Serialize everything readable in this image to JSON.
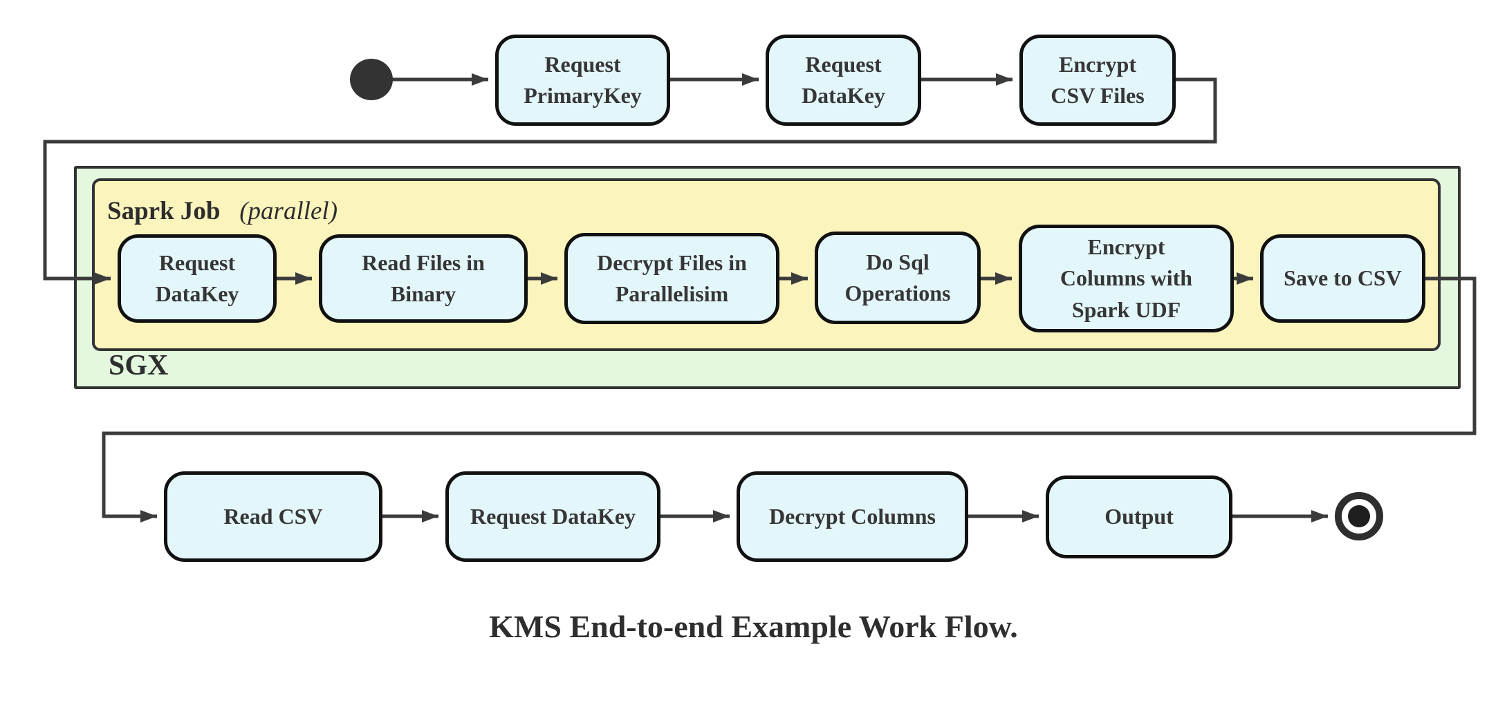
{
  "diagram": {
    "caption": "KMS End-to-end Example Work Flow.",
    "containers": {
      "sgx": {
        "label": "SGX"
      },
      "spark": {
        "label_bold": "Saprk Job",
        "label_italic": "(parallel)"
      }
    },
    "nodes": {
      "top": [
        {
          "label": "Request\nPrimaryKey"
        },
        {
          "label": "Request\nDataKey"
        },
        {
          "label": "Encrypt\nCSV Files"
        }
      ],
      "middle": [
        {
          "label": "Request\nDataKey"
        },
        {
          "label": "Read Files in\nBinary"
        },
        {
          "label": "Decrypt Files in\nParallelisim"
        },
        {
          "label": "Do Sql\nOperations"
        },
        {
          "label": "Encrypt\nColumns with\nSpark UDF"
        },
        {
          "label": "Save to CSV"
        }
      ],
      "bottom": [
        {
          "label": "Read CSV"
        },
        {
          "label": "Request DataKey"
        },
        {
          "label": "Decrypt Columns"
        },
        {
          "label": "Output"
        }
      ]
    },
    "icons": {
      "start": "start-state-icon",
      "end": "end-state-icon"
    },
    "colors": {
      "node_fill": "#E3F6FA",
      "node_border": "#111111",
      "spark_container_fill": "#FBF4BC",
      "sgx_container_fill": "#E3F8DF",
      "container_border": "#333333",
      "edge": "#3B3B3B",
      "text": "#363636"
    }
  }
}
